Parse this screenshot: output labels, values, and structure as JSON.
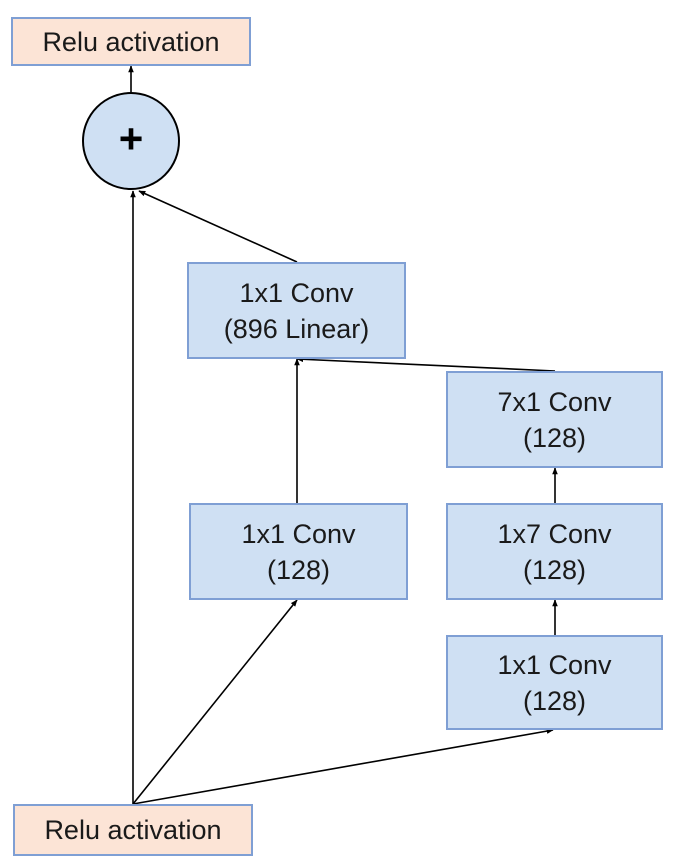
{
  "top_relu": {
    "label": "Relu activation"
  },
  "bottom_relu": {
    "label": "Relu activation"
  },
  "add_node": {
    "symbol": "+"
  },
  "conv_linear": {
    "line1": "1x1 Conv",
    "line2": "(896 Linear)"
  },
  "branch1_conv": {
    "line1": "1x1 Conv",
    "line2": "(128)"
  },
  "branch2_conv_1x1": {
    "line1": "1x1 Conv",
    "line2": "(128)"
  },
  "branch2_conv_1x7": {
    "line1": "1x7 Conv",
    "line2": "(128)"
  },
  "branch2_conv_7x1": {
    "line1": "7x1 Conv",
    "line2": "(128)"
  },
  "colors": {
    "relu_fill": "#fce4d6",
    "conv_fill": "#cfe0f3",
    "border": "#7f9fd4",
    "arrow": "#000000"
  }
}
